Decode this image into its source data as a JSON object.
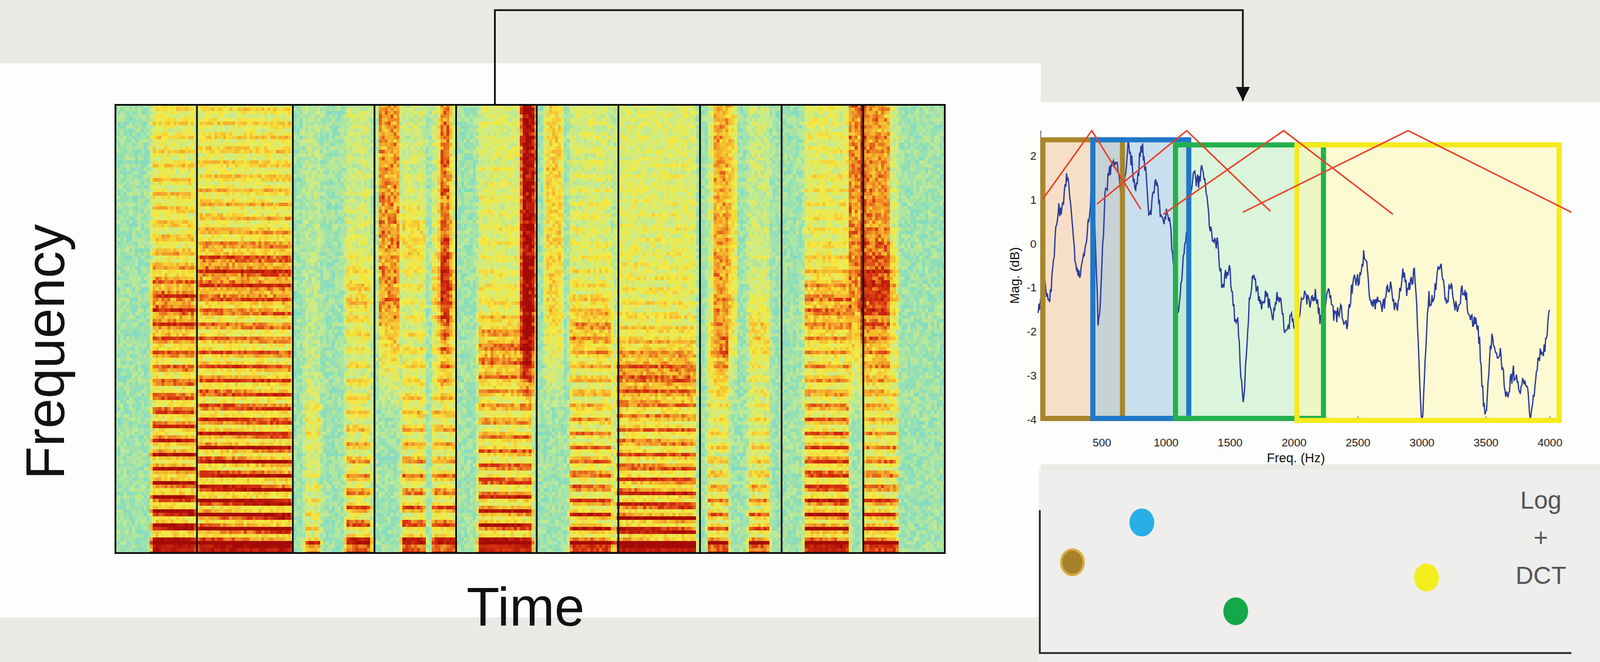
{
  "diagram": {
    "nodes": [
      {
        "text": [
          "Frequency",
          "Time"
        ]
      },
      {
        "text": [
          "Mag. (dB)",
          "Freq. (Hz)"
        ]
      },
      {
        "text": [
          "Log + DCT"
        ]
      }
    ],
    "edges": [
      {
        "from": 0,
        "to": 1,
        "arrow": "to"
      }
    ],
    "labels": [
      "2",
      "1",
      "0",
      "-1",
      "-2",
      "-3",
      "-4",
      "500",
      "1000",
      "1500",
      "2000",
      "2500",
      "3000",
      "3500",
      "4000"
    ]
  }
}
